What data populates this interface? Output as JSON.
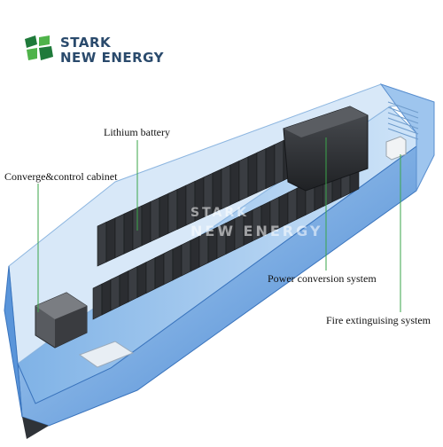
{
  "logo": {
    "line1": "STARK",
    "line2": "NEW ENERGY",
    "colors": {
      "leaf_dark": "#1f7a3a",
      "leaf_light": "#4fb34a",
      "text": "#2a4a6c"
    }
  },
  "watermark": {
    "line1": "STARK",
    "line2": "NEW ENERGY"
  },
  "labels": {
    "lithium_battery": "Lithium battery",
    "converge_cabinet": "Converge&control cabinet",
    "power_conversion": "Power conversion  system",
    "fire_extinguishing": "Fire extinguising system"
  },
  "colors": {
    "container_blue": "#4f8fd8",
    "container_light": "#a9cdf2",
    "battery_dark": "#2d2f33",
    "leader_line": "#3aa64a"
  }
}
